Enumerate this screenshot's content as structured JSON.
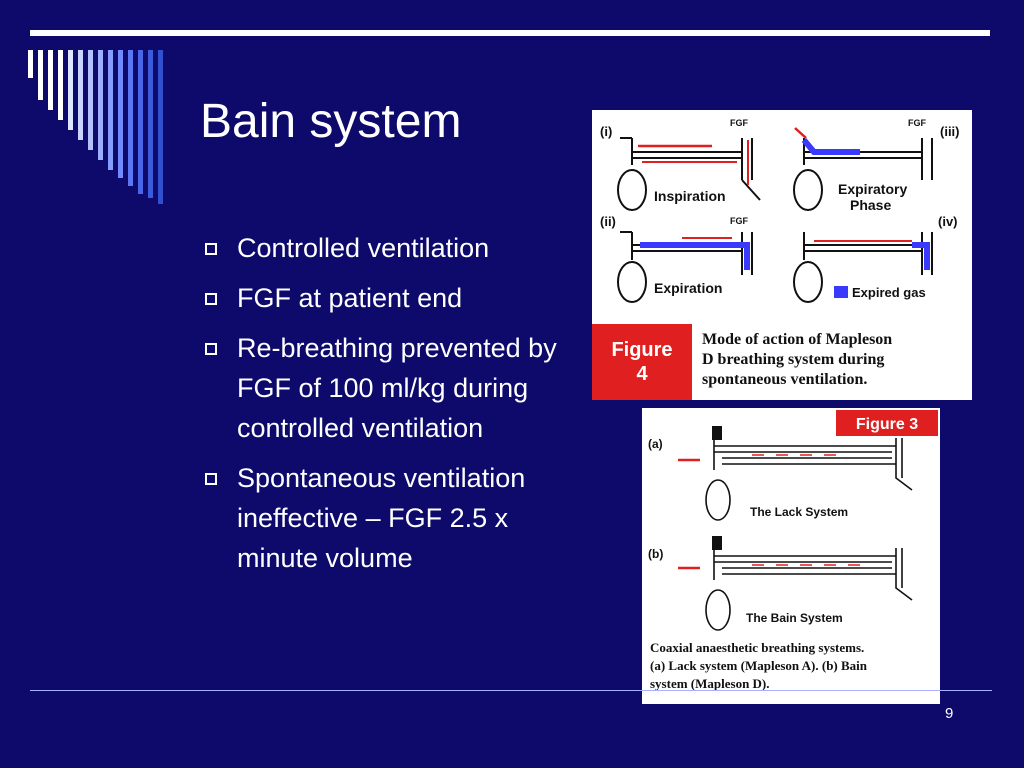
{
  "slide": {
    "title": "Bain system",
    "page_number": "9"
  },
  "bullets": [
    "Controlled ventilation",
    "FGF at patient end",
    "Re-breathing prevented by FGF of 100 ml/kg during controlled ventilation",
    "Spontaneous ventilation ineffective – FGF 2.5 x minute volume"
  ],
  "colors": {
    "background": "#0d0a6b",
    "accent_stripe_light": "#ffffff",
    "accent_stripe_dark": "#3b5bdb",
    "figure_red": "#e02020",
    "expired_gas": "#3a3aff"
  },
  "figure4": {
    "panel_i": "(i)",
    "panel_ii": "(ii)",
    "panel_iii": "(iii)",
    "panel_iv": "(iv)",
    "fgf": "FGF",
    "inspiration": "Inspiration",
    "expiratory_1": "Expiratory",
    "expiratory_2": "Phase",
    "expiration": "Expiration",
    "expired_gas": "Expired gas",
    "badge_1": "Figure",
    "badge_2": "4",
    "caption_1": "Mode of action of Mapleson",
    "caption_2": "D breathing system during",
    "caption_3": "spontaneous ventilation."
  },
  "figure3": {
    "badge": "Figure 3",
    "panel_a": "(a)",
    "panel_b": "(b)",
    "lack_label": "The Lack System",
    "bain_label": "The Bain System",
    "caption_1": "Coaxial anaesthetic breathing systems.",
    "caption_2": "(a) Lack system (Mapleson A). (b) Bain",
    "caption_3": "system (Mapleson D)."
  }
}
